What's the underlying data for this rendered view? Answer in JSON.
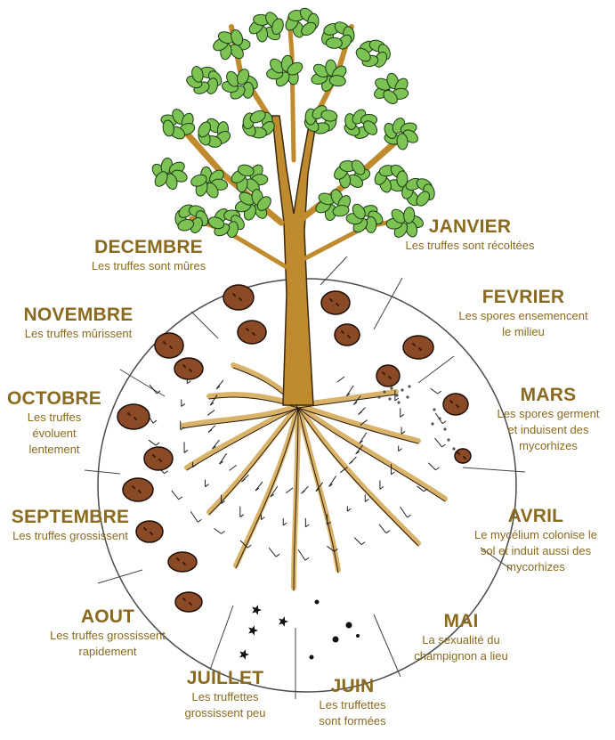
{
  "colors": {
    "month_text": "#8a6a1f",
    "leaf": "#7cc354",
    "leaf_outline": "#1a3a12",
    "trunk": "#c08a2e",
    "root": "#d9b36a",
    "truffle": "#8a4a26",
    "circle_line": "#555555"
  },
  "cycle": [
    {
      "key": "janvier",
      "month": "JANVIER",
      "desc": [
        "Les truffes sont récoltées"
      ]
    },
    {
      "key": "fevrier",
      "month": "FEVRIER",
      "desc": [
        "Les spores ensemencent",
        "le milieu"
      ]
    },
    {
      "key": "mars",
      "month": "MARS",
      "desc": [
        "Les spores germent",
        "et induisent des",
        "mycorhizes"
      ]
    },
    {
      "key": "avril",
      "month": "AVRIL",
      "desc": [
        "Le mycélium colonise le",
        "sol et induit aussi des",
        "mycorhizes"
      ]
    },
    {
      "key": "mai",
      "month": "MAI",
      "desc": [
        "La sexualité du",
        "champignon a lieu"
      ]
    },
    {
      "key": "juin",
      "month": "JUIN",
      "desc": [
        "Les truffettes",
        "sont formées"
      ]
    },
    {
      "key": "juillet",
      "month": "JUILLET",
      "desc": [
        "Les truffettes",
        "grossissent peu"
      ]
    },
    {
      "key": "aout",
      "month": "AOUT",
      "desc": [
        "Les truffes grossissent",
        "rapidement"
      ]
    },
    {
      "key": "septembre",
      "month": "SEPTEMBRE",
      "desc": [
        "Les truffes grossissent"
      ]
    },
    {
      "key": "octobre",
      "month": "OCTOBRE",
      "desc": [
        "Les truffes",
        "évoluent",
        "lentement"
      ]
    },
    {
      "key": "novembre",
      "month": "NOVEMBRE",
      "desc": [
        "Les truffes mûrissent"
      ]
    },
    {
      "key": "decembre",
      "month": "DECEMBRE",
      "desc": [
        "Les truffes sont mûres"
      ]
    }
  ]
}
